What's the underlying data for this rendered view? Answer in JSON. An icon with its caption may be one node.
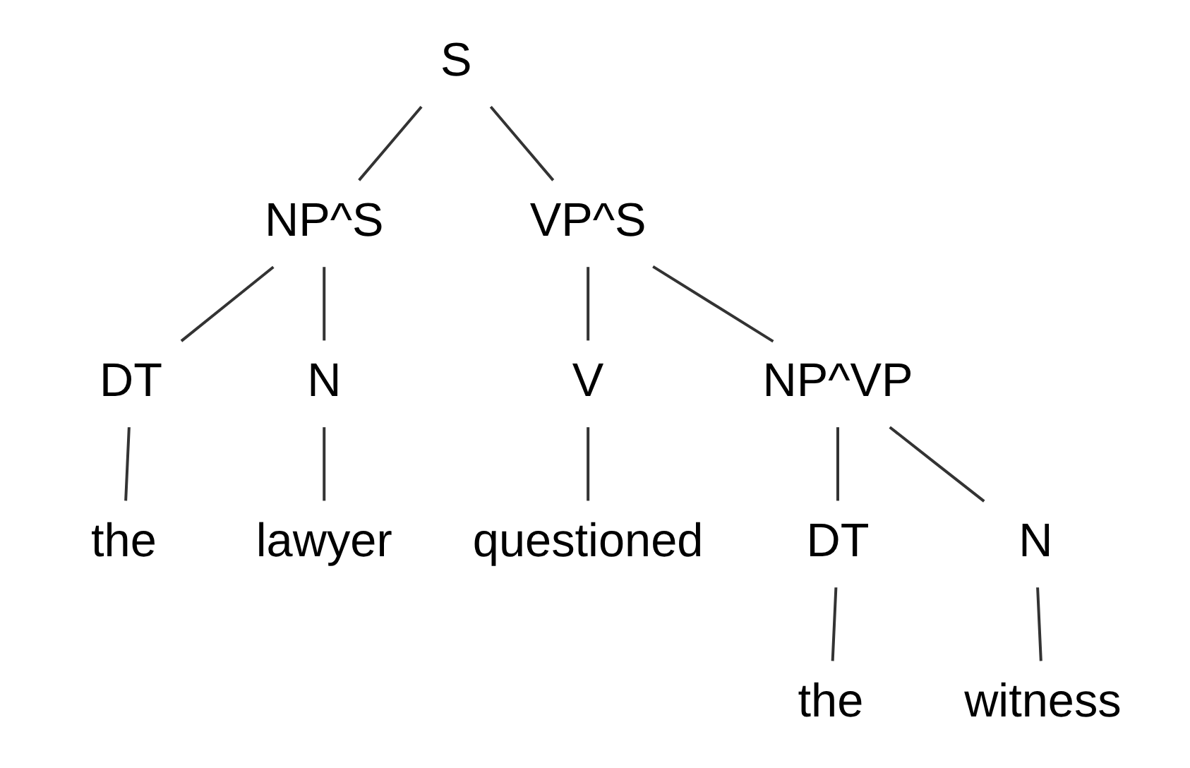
{
  "diagram": {
    "nodes": [
      {
        "text": [
          "S"
        ]
      },
      {
        "text": [
          "NP^S"
        ]
      },
      {
        "text": [
          "DT"
        ]
      },
      {
        "text": [
          "N"
        ]
      },
      {
        "text": [
          "the"
        ]
      },
      {
        "text": [
          "lawyer"
        ]
      },
      {
        "text": [
          "VP^S"
        ]
      },
      {
        "text": [
          "V"
        ]
      },
      {
        "text": [
          "questioned"
        ]
      },
      {
        "text": [
          "NP^VP"
        ]
      },
      {
        "text": [
          "DT"
        ]
      },
      {
        "text": [
          "N"
        ]
      },
      {
        "text": [
          "the"
        ]
      },
      {
        "text": [
          "witness"
        ]
      }
    ],
    "edges": [
      {
        "from": 0,
        "to": 1,
        "arrow": "none"
      },
      {
        "from": 0,
        "to": 6,
        "arrow": "none"
      },
      {
        "from": 1,
        "to": 2,
        "arrow": "none"
      },
      {
        "from": 1,
        "to": 3,
        "arrow": "none"
      },
      {
        "from": 2,
        "to": 4,
        "arrow": "none"
      },
      {
        "from": 3,
        "to": 5,
        "arrow": "none"
      },
      {
        "from": 6,
        "to": 7,
        "arrow": "none"
      },
      {
        "from": 6,
        "to": 9,
        "arrow": "none"
      },
      {
        "from": 7,
        "to": 8,
        "arrow": "none"
      },
      {
        "from": 9,
        "to": 10,
        "arrow": "none"
      },
      {
        "from": 9,
        "to": 11,
        "arrow": "none"
      },
      {
        "from": 10,
        "to": 12,
        "arrow": "none"
      },
      {
        "from": 11,
        "to": 13,
        "arrow": "none"
      }
    ]
  }
}
